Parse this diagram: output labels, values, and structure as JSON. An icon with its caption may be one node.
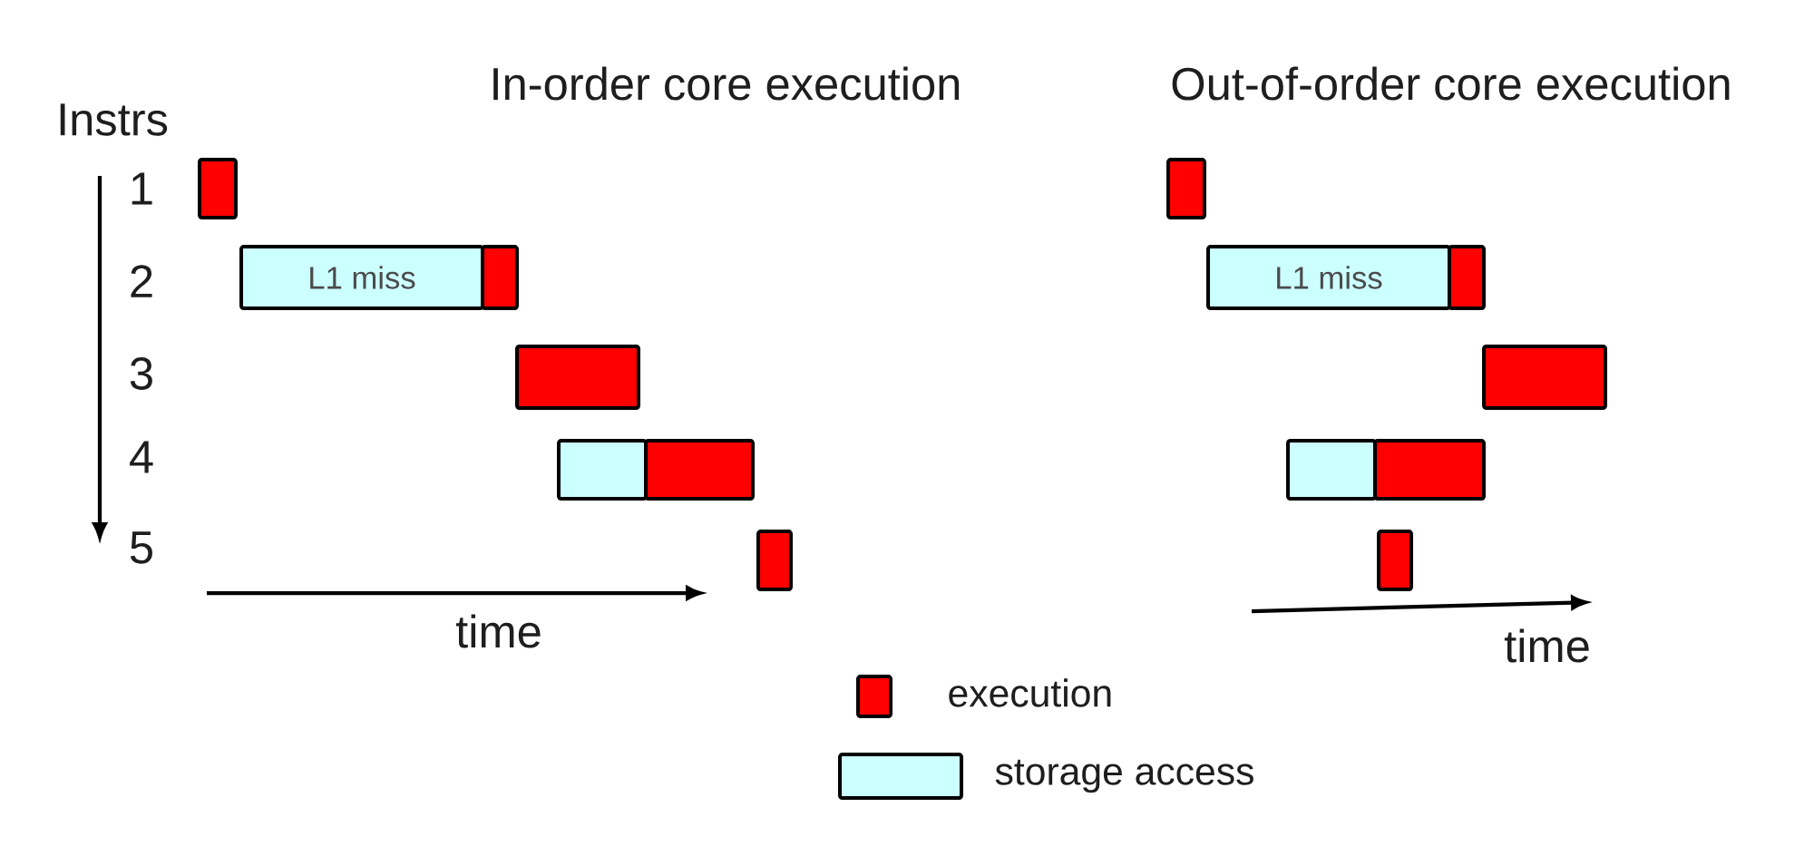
{
  "diagram": {
    "nodes": [
      {
        "text": [],
        "shape": "bar"
      },
      {
        "text": [
          "L1 miss"
        ]
      },
      {
        "text": [],
        "shape": "bar"
      },
      {
        "text": [],
        "shape": "bar"
      },
      {
        "text": [],
        "shape": "bar"
      },
      {
        "text": [],
        "shape": "bar"
      },
      {
        "text": [],
        "shape": "bar"
      },
      {
        "text": [],
        "shape": "bar"
      },
      {
        "text": [
          "L1 miss"
        ]
      },
      {
        "text": [],
        "shape": "bar"
      },
      {
        "text": [],
        "shape": "bar"
      },
      {
        "text": [],
        "shape": "bar"
      },
      {
        "text": [],
        "shape": "bar"
      },
      {
        "text": [],
        "shape": "bar"
      }
    ],
    "labels": [
      "In-order core execution",
      "Out-of-order core execution",
      "Instrs",
      "1",
      "2",
      "3",
      "4",
      "5",
      "time",
      "time"
    ],
    "legend": [
      {
        "text": "execution",
        "color": "#ff0000"
      },
      {
        "text": "storage access",
        "color": "#ccffff"
      }
    ]
  }
}
